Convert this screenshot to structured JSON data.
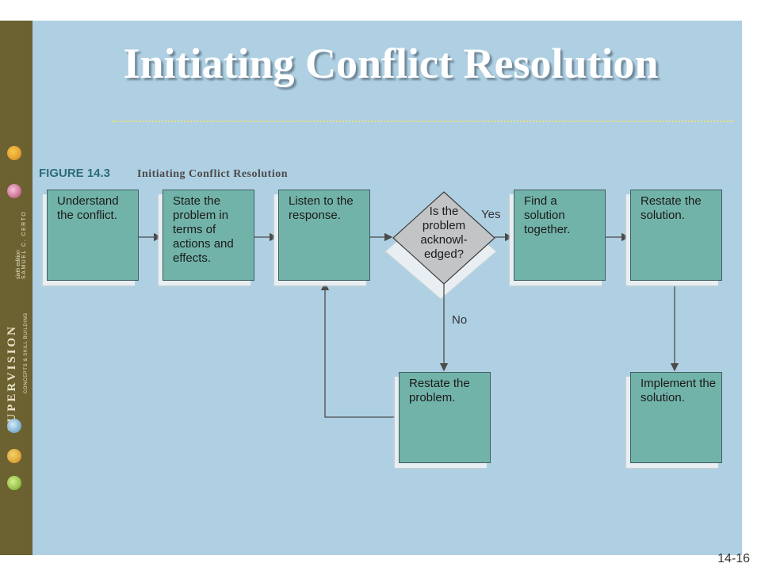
{
  "title": "Initiating Conflict Resolution",
  "figure": {
    "label": "FIGURE 14.3",
    "title": "Initiating Conflict Resolution"
  },
  "sidebar": {
    "brand": "SUPERVISION",
    "subtitle": "CONCEPTS & SKILL BUILDING",
    "edition": "sixth edition",
    "author": "SAMUEL C. CERTO"
  },
  "steps": {
    "understand": "Understand the conflict.",
    "state": "State the problem in terms of actions and effects.",
    "listen": "Listen to the response.",
    "decision": "Is the problem acknowl- edged?",
    "find": "Find a solution together.",
    "restate_solution": "Restate the solution.",
    "restate_problem": "Restate the problem.",
    "implement": "Implement the solution."
  },
  "edges": {
    "yes": "Yes",
    "no": "No"
  },
  "page_number": "14-16",
  "colors": {
    "slide_bg": "#afd0e3",
    "box_fill": "#72b3a9",
    "diamond_fill": "#c2c4c6",
    "sidebar": "#6b6131"
  }
}
